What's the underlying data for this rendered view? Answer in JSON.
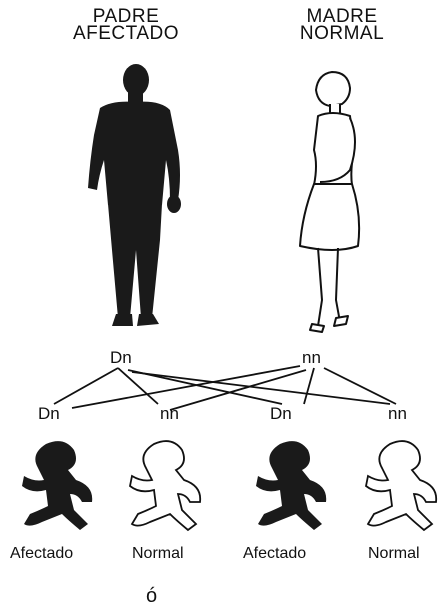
{
  "parents": {
    "father": {
      "label_line1": "PADRE",
      "label_line2": "AFECTADO",
      "genotype": "Dn"
    },
    "mother": {
      "label_line1": "MADRE",
      "label_line2": "NORMAL",
      "genotype": "nn"
    }
  },
  "offspring": [
    {
      "genotype": "Dn",
      "phenotype": "Afectado"
    },
    {
      "genotype": "nn",
      "phenotype": "Normal"
    },
    {
      "genotype": "Dn",
      "phenotype": "Afectado"
    },
    {
      "genotype": "nn",
      "phenotype": "Normal"
    }
  ],
  "footer": {
    "conjunction": "ó"
  },
  "colors": {
    "affected": "#1a1a1a",
    "normal": "#ffffff",
    "line": "#111111"
  }
}
